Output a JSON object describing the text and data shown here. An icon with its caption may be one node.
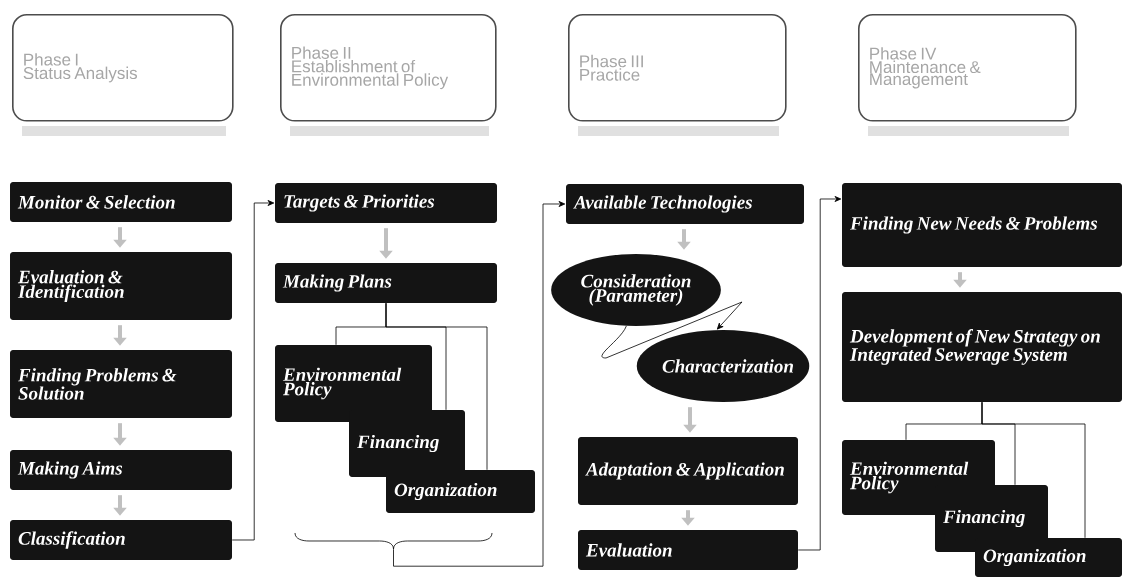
{
  "diagram": {
    "nodes": [
      {
        "text": [
          "Phase I",
          "Status Analysis"
        ]
      },
      {
        "text": [
          "Phase II",
          "Establishment of Environmental Policy"
        ]
      },
      {
        "text": [
          "Phase III",
          "Practice"
        ]
      },
      {
        "text": [
          "Phase IV",
          "Maintenance & Management"
        ]
      },
      {
        "text": [
          "Monitor & Selection"
        ]
      },
      {
        "text": [
          "Evaluation & Identification"
        ]
      },
      {
        "text": [
          "Finding Problems & Solution"
        ]
      },
      {
        "text": [
          "Making Aims"
        ]
      },
      {
        "text": [
          "Classification"
        ]
      },
      {
        "text": [
          "Targets & Priorities"
        ]
      },
      {
        "text": [
          "Making Plans"
        ]
      },
      {
        "text": [
          "Environmental Policy"
        ]
      },
      {
        "text": [
          "Financing"
        ]
      },
      {
        "text": [
          "Organization"
        ]
      },
      {
        "text": [],
        "shape": "bracket"
      },
      {
        "text": [
          "Available Technologies"
        ]
      },
      {
        "text": [
          "Consideration (Parameter)"
        ]
      },
      {
        "text": [
          "Characterization"
        ]
      },
      {
        "text": [
          "Adaptation & Application"
        ]
      },
      {
        "text": [
          "Evaluation"
        ]
      },
      {
        "text": [
          "Finding New Needs & Problems"
        ]
      },
      {
        "text": [
          "Development of New Strategy on Integrated Sewerage System"
        ]
      },
      {
        "text": [
          "Environmental Policy"
        ]
      },
      {
        "text": [
          "Financing"
        ]
      },
      {
        "text": [
          "Organization"
        ]
      }
    ],
    "edges": [
      {
        "from": 4,
        "to": 5,
        "arrow": "to",
        "style": "thick",
        "color": "#c0c0c0"
      },
      {
        "from": 5,
        "to": 6,
        "arrow": "to",
        "style": "thick",
        "color": "#c0c0c0"
      },
      {
        "from": 6,
        "to": 7,
        "arrow": "to",
        "style": "thick",
        "color": "#c0c0c0"
      },
      {
        "from": 7,
        "to": 8,
        "arrow": "to",
        "style": "thick",
        "color": "#c0c0c0"
      },
      {
        "from": 8,
        "to": 9,
        "arrow": "to"
      },
      {
        "from": 9,
        "to": 10,
        "arrow": "to",
        "style": "thick",
        "color": "#c0c0c0"
      },
      {
        "from": 10,
        "to": 11,
        "arrow": "none"
      },
      {
        "from": 10,
        "to": 12,
        "arrow": "none"
      },
      {
        "from": 10,
        "to": 13,
        "arrow": "none"
      },
      {
        "from": 14,
        "to": 15,
        "arrow": "to"
      },
      {
        "from": 15,
        "to": 16,
        "arrow": "to",
        "style": "thick",
        "color": "#c0c0c0"
      },
      {
        "from": 16,
        "to": 17,
        "arrow": "to"
      },
      {
        "from": 17,
        "to": 18,
        "arrow": "to",
        "style": "thick",
        "color": "#c0c0c0"
      },
      {
        "from": 18,
        "to": 19,
        "arrow": "to",
        "style": "thick",
        "color": "#c0c0c0"
      },
      {
        "from": 19,
        "to": 20,
        "arrow": "to"
      },
      {
        "from": 20,
        "to": 21,
        "arrow": "to",
        "style": "thick",
        "color": "#c0c0c0"
      },
      {
        "from": 21,
        "to": 22,
        "arrow": "none"
      },
      {
        "from": 21,
        "to": 23,
        "arrow": "none"
      },
      {
        "from": 21,
        "to": 24,
        "arrow": "none"
      }
    ]
  }
}
